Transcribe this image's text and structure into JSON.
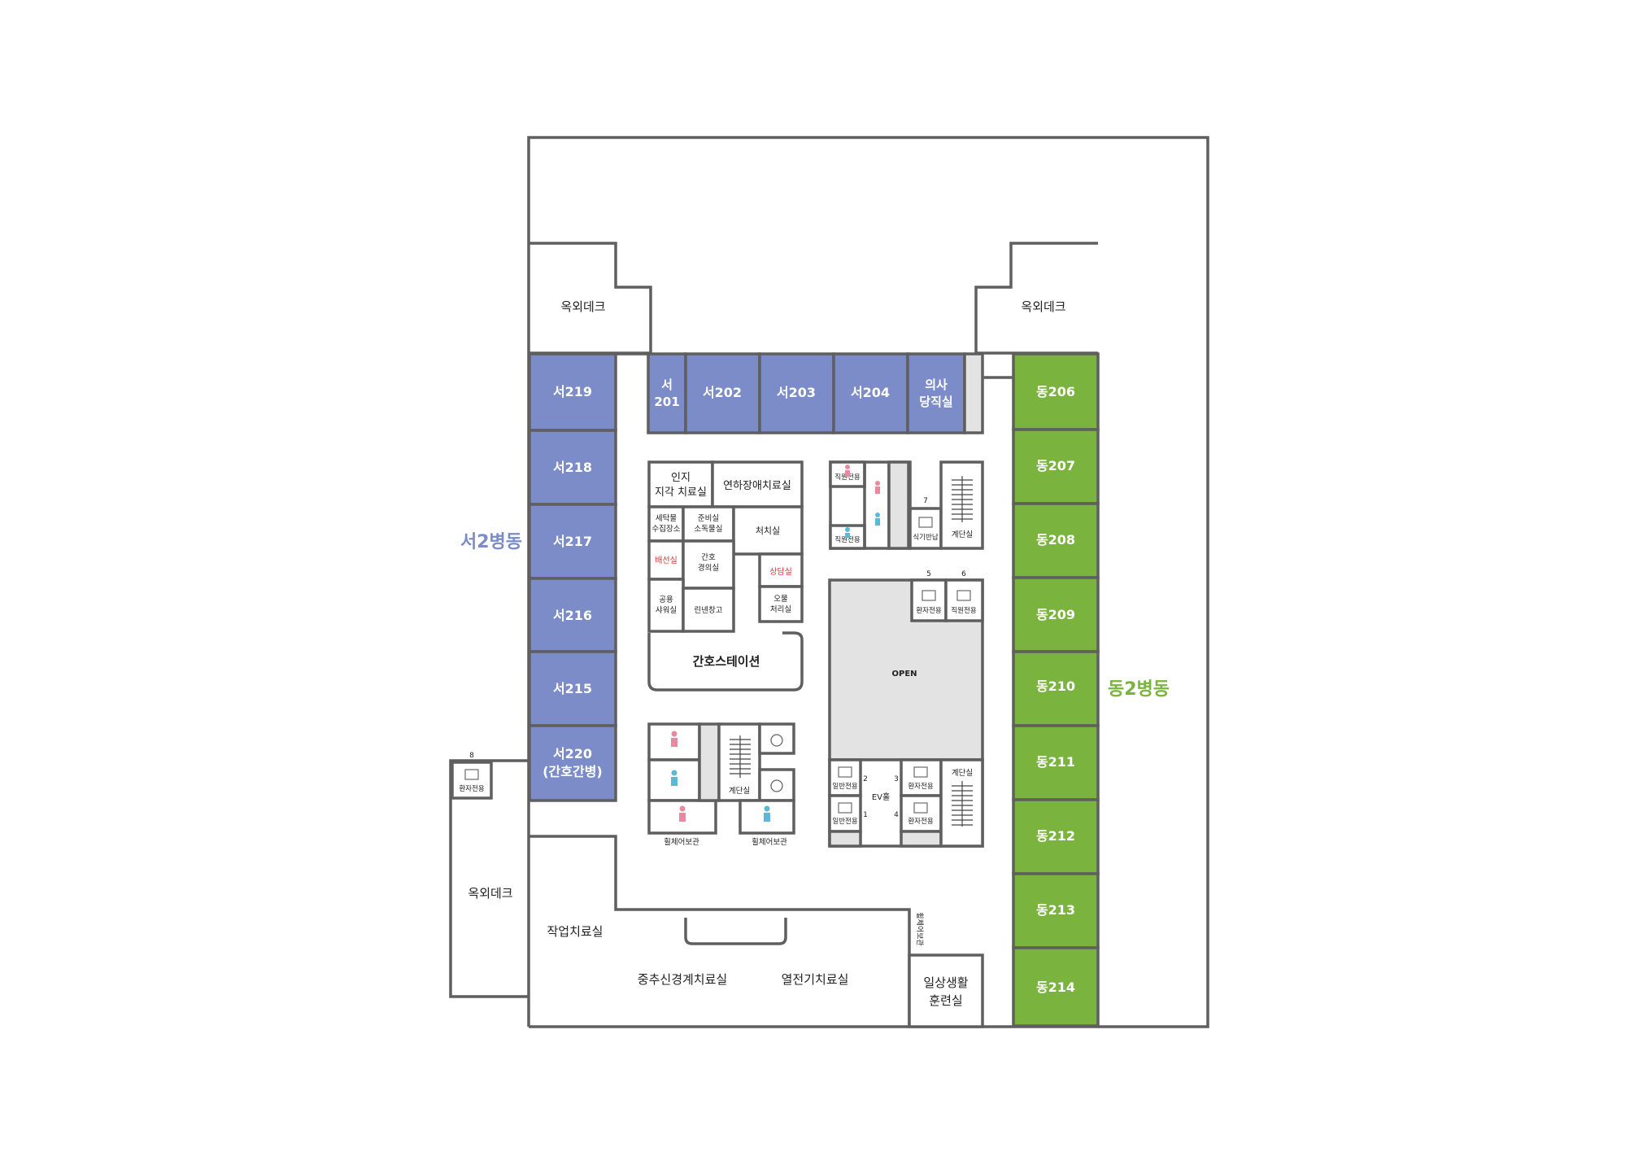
{
  "colors": {
    "west_ward": "#7b8cc8",
    "east_ward": "#7bb33f",
    "wall": "#5f5f5f",
    "open_area": "#e3e3e3",
    "accent_red": "#e0303a",
    "female_icon": "#e78aa0",
    "male_icon": "#5bb8d6"
  },
  "wards": {
    "west": "서2병동",
    "east": "동2병동"
  },
  "decks": {
    "northwest": "옥외데크",
    "northeast": "옥외데크",
    "southwest": "옥외데크"
  },
  "west_rooms": [
    "서219",
    "서218",
    "서217",
    "서216",
    "서215",
    "서220",
    "(간호간병)"
  ],
  "north_rooms": {
    "r201_line1": "서",
    "r201_line2": "201",
    "r202": "서202",
    "r203": "서203",
    "r204": "서204",
    "doctor_line1": "의사",
    "doctor_line2": "당직실"
  },
  "east_rooms": [
    "동206",
    "동207",
    "동208",
    "동209",
    "동210",
    "동211",
    "동212",
    "동213",
    "동214"
  ],
  "core": {
    "cognitive_line1": "인지",
    "cognitive_line2": "지각 치료실",
    "swallowing": "연하장애치료실",
    "laundry_line1": "세탁물",
    "laundry_line2": "수집장소",
    "prep_line1": "준비실",
    "prep_line2": "소독물실",
    "treatment": "처치실",
    "pantry": "배선실",
    "nurse_lounge_line1": "간호",
    "nurse_lounge_line2": "경의실",
    "consult": "상담실",
    "shower_line1": "공용",
    "shower_line2": "샤워실",
    "linen": "린넨창고",
    "dirty_line1": "오물",
    "dirty_line2": "처리실",
    "nurse_station": "간호스테이션"
  },
  "ne_block": {
    "staff_only_1": "직원전용",
    "staff_only_2": "직원전용",
    "num_7": "7",
    "dumbwaiter": "식기반납",
    "stairs": "계단실"
  },
  "elevators": {
    "num_5": "5",
    "num_6": "6",
    "num_8": "8",
    "e5": "환자전용",
    "e6": "직원전용",
    "e8": "환자전용",
    "e2": "일반전용",
    "e1": "일반전용",
    "e3": "환자전용",
    "e4": "환자전용",
    "n1": "1",
    "n2": "2",
    "n3": "3",
    "n4": "4",
    "hall": "EV홀",
    "stairs": "계단실",
    "open": "OPEN"
  },
  "restrooms": {
    "stairs": "계단실",
    "wheelchair_1": "휠체어보관",
    "wheelchair_2": "휠체어보관"
  },
  "south": {
    "occupational": "작업치료실",
    "cns": "중추신경계치료실",
    "thermal": "열전기치료실",
    "daily_line1": "일상생활",
    "daily_line2": "훈련실",
    "vertical_label": "휠체어보관"
  }
}
